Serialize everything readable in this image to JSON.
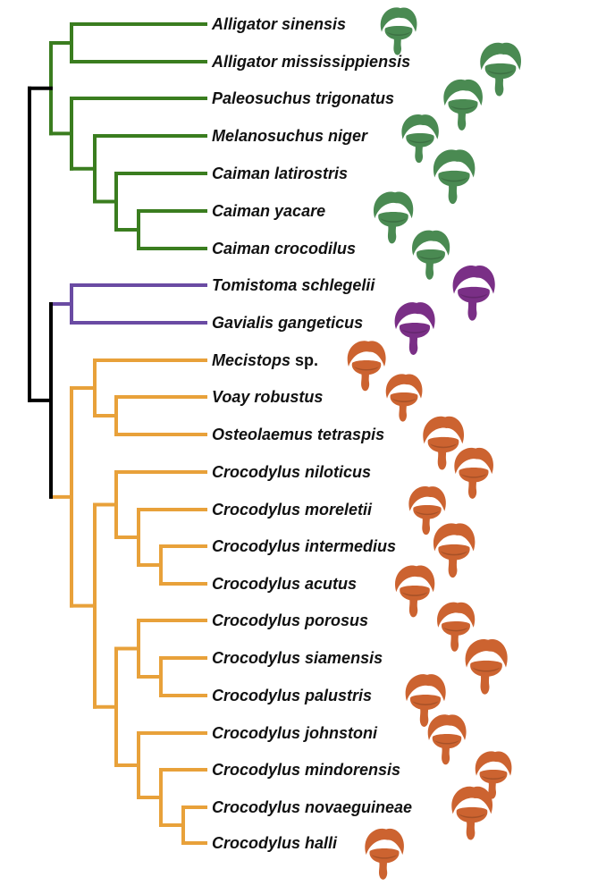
{
  "tree": {
    "colors": {
      "root": "#000000",
      "alligatoridae": "#3a7d1f",
      "gavialidae": "#6a4ba3",
      "crocodylidae": "#e8a13a"
    },
    "icon_colors": {
      "alligatoridae": "#4a8a52",
      "gavialidae": "#7a2f86",
      "crocodylidae": "#cc6330"
    },
    "taxa": [
      {
        "genus": "Alligator",
        "epithet": "sinensis",
        "clade": "alligatoridae",
        "icon": "inner-ear-labyrinth-icon"
      },
      {
        "genus": "Alligator",
        "epithet": "mississippiensis",
        "clade": "alligatoridae",
        "icon": "inner-ear-labyrinth-icon"
      },
      {
        "genus": "Paleosuchus",
        "epithet": "trigonatus",
        "clade": "alligatoridae",
        "icon": "inner-ear-labyrinth-icon"
      },
      {
        "genus": "Melanosuchus",
        "epithet": "niger",
        "clade": "alligatoridae",
        "icon": "inner-ear-labyrinth-icon"
      },
      {
        "genus": "Caiman",
        "epithet": "latirostris",
        "clade": "alligatoridae",
        "icon": "inner-ear-labyrinth-icon"
      },
      {
        "genus": "Caiman",
        "epithet": "yacare",
        "clade": "alligatoridae",
        "icon": "inner-ear-labyrinth-icon"
      },
      {
        "genus": "Caiman",
        "epithet": "crocodilus",
        "clade": "alligatoridae",
        "icon": "inner-ear-labyrinth-icon"
      },
      {
        "genus": "Tomistoma",
        "epithet": "schlegelii",
        "clade": "gavialidae",
        "icon": "inner-ear-labyrinth-icon"
      },
      {
        "genus": "Gavialis",
        "epithet": "gangeticus",
        "clade": "gavialidae",
        "icon": "inner-ear-labyrinth-icon"
      },
      {
        "genus": "Mecistops",
        "epithet": "sp.",
        "epithet_plain": true,
        "clade": "crocodylidae",
        "icon": "inner-ear-labyrinth-icon"
      },
      {
        "genus": "Voay",
        "epithet": "robustus",
        "clade": "crocodylidae",
        "icon": "inner-ear-labyrinth-icon"
      },
      {
        "genus": "Osteolaemus",
        "epithet": "tetraspis",
        "clade": "crocodylidae",
        "icon": "inner-ear-labyrinth-icon"
      },
      {
        "genus": "Crocodylus",
        "epithet": "niloticus",
        "clade": "crocodylidae",
        "icon": "inner-ear-labyrinth-icon"
      },
      {
        "genus": "Crocodylus",
        "epithet": "moreletii",
        "clade": "crocodylidae",
        "icon": "inner-ear-labyrinth-icon"
      },
      {
        "genus": "Crocodylus",
        "epithet": "intermedius",
        "clade": "crocodylidae",
        "icon": "inner-ear-labyrinth-icon"
      },
      {
        "genus": "Crocodylus",
        "epithet": "acutus",
        "clade": "crocodylidae",
        "icon": "inner-ear-labyrinth-icon"
      },
      {
        "genus": "Crocodylus",
        "epithet": "porosus",
        "clade": "crocodylidae",
        "icon": "inner-ear-labyrinth-icon"
      },
      {
        "genus": "Crocodylus",
        "epithet": "siamensis",
        "clade": "crocodylidae",
        "icon": "inner-ear-labyrinth-icon"
      },
      {
        "genus": "Crocodylus",
        "epithet": "palustris",
        "clade": "crocodylidae",
        "icon": "inner-ear-labyrinth-icon"
      },
      {
        "genus": "Crocodylus",
        "epithet": "johnstoni",
        "clade": "crocodylidae",
        "icon": "inner-ear-labyrinth-icon"
      },
      {
        "genus": "Crocodylus",
        "epithet": "mindorensis",
        "clade": "crocodylidae",
        "icon": "inner-ear-labyrinth-icon"
      },
      {
        "genus": "Crocodylus",
        "epithet": "novaeguineae",
        "clade": "crocodylidae",
        "icon": "inner-ear-labyrinth-icon"
      },
      {
        "genus": "Crocodylus",
        "epithet": "halli",
        "clade": "crocodylidae",
        "icon": "inner-ear-labyrinth-icon"
      }
    ],
    "topology": "((A.sinensis,A.mississippiensis),(P.trigonatus,(M.niger,(C.latirostris,(C.yacare,C.crocodilus))))),((T.schlegelii,G.gangeticus),((Mecistops,(Voay,Osteolaemus)),((C.niloticus,(C.moreletii,(C.intermedius,C.acutus))),((C.porosus,(C.siamensis,C.palustris)),(C.johnstoni,(C.mindorensis,(C.novaeguineae,C.halli)))))))"
  }
}
